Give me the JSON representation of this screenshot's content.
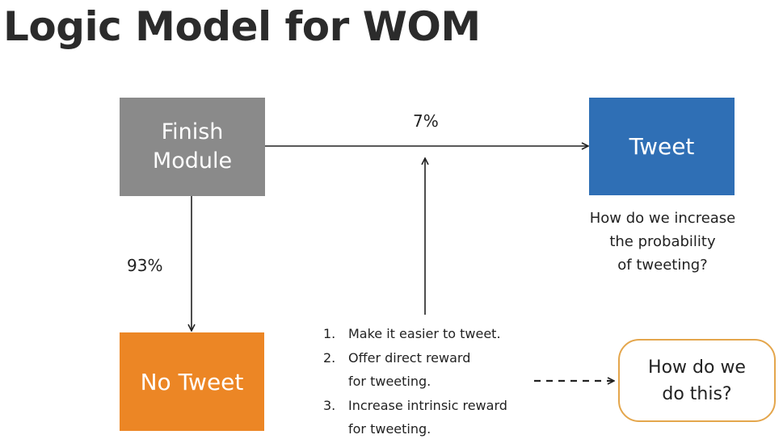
{
  "title": "Logic Model for WOM",
  "nodes": {
    "finish": {
      "line1": "Finish",
      "line2": "Module",
      "color": "#8a8a8a"
    },
    "tweet": {
      "label": "Tweet",
      "color": "#2f6fb5"
    },
    "no_tweet": {
      "label": "No Tweet",
      "color": "#ec8625"
    },
    "how": {
      "line1": "How do we",
      "line2": "do this?",
      "border_color": "#e4a64c"
    }
  },
  "edges": {
    "to_tweet_pct": "7%",
    "to_no_tweet_pct": "93%"
  },
  "question": {
    "line1": "How do we increase",
    "line2": "the probability",
    "line3": "of tweeting?"
  },
  "steps": [
    {
      "num": "1.",
      "line1": "Make it easier to tweet."
    },
    {
      "num": "2.",
      "line1": "Offer direct reward",
      "line2": "for tweeting."
    },
    {
      "num": "3.",
      "line1": "Increase intrinsic reward",
      "line2": "for tweeting."
    }
  ]
}
